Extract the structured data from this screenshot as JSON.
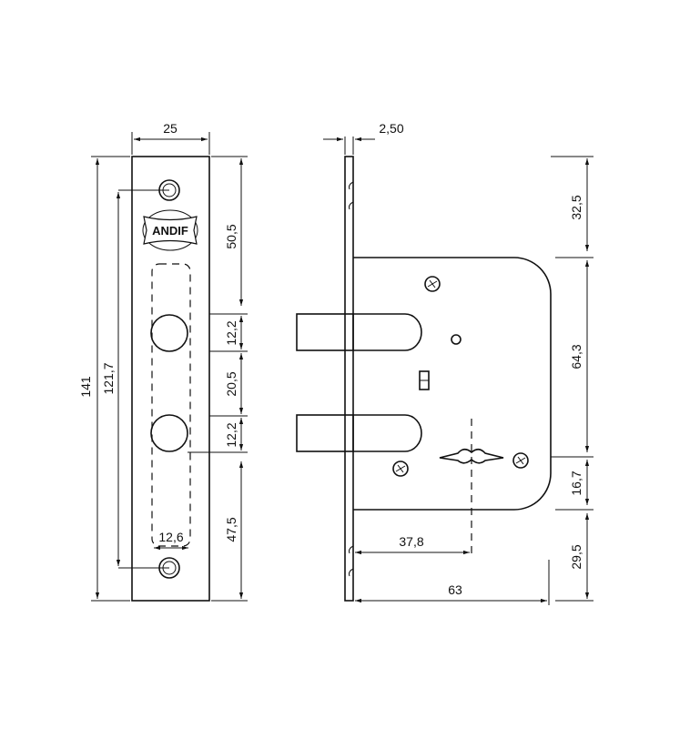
{
  "brand": "ANDIF",
  "front_view": {
    "width": "25",
    "total_height": "141",
    "hole_spacing": "121,7",
    "top_to_bolt": "50,5",
    "bolt_height_upper": "12,2",
    "bolt_gap": "20,5",
    "bolt_height_lower": "12,2",
    "bolt_to_bottom": "47,5",
    "slot_width": "12,6"
  },
  "side_view": {
    "plate_thickness": "2,50",
    "top_offset": "32,5",
    "body_to_key": "64,3",
    "key_to_body_bottom": "16,7",
    "bottom_offset": "29,5",
    "backset": "37,8",
    "body_depth": "63"
  }
}
